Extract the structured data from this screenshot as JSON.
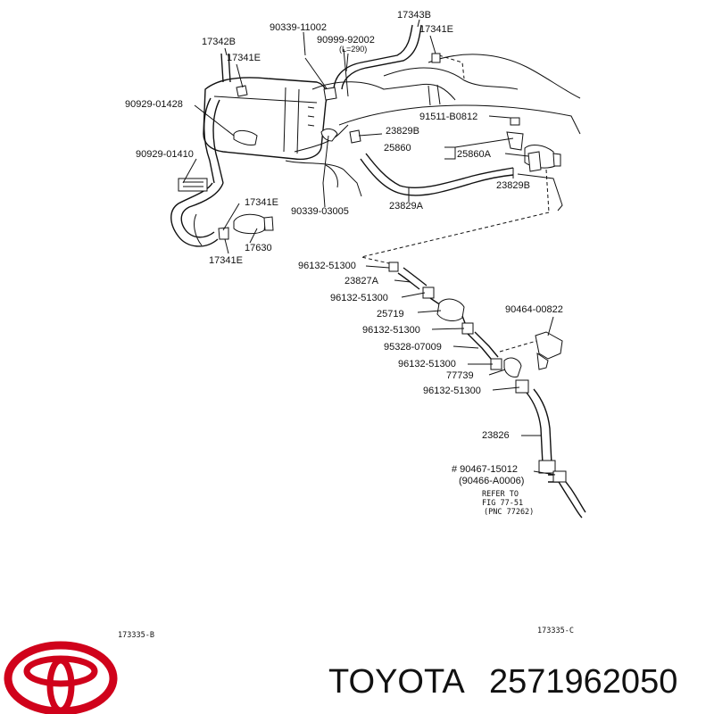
{
  "labels": {
    "p17342B": "17342B",
    "p90339_11002": "90339-11002",
    "p17343B": "17343B",
    "p90999_92002": "90999-92002",
    "pL290": "(L=290)",
    "p17341E_top": "17341E",
    "p17341E_left": "17341E",
    "p90929_01428": "90929-01428",
    "p91511_B0812": "91511-B0812",
    "p23829B_1": "23829B",
    "p25860": "25860",
    "p25860A": "25860A",
    "p90929_01410": "90929-01410",
    "p23829B_2": "23829B",
    "p17341E_mid": "17341E",
    "p90339_03005": "90339-03005",
    "p23829A": "23829A",
    "p17630": "17630",
    "p17341E_bot": "17341E",
    "p96132_51300_1": "96132-51300",
    "p23827A": "23827A",
    "p96132_51300_2": "96132-51300",
    "p25719": "25719",
    "p90464_00822": "90464-00822",
    "p96132_51300_3": "96132-51300",
    "p95328_07009": "95328-07009",
    "p96132_51300_4": "96132-51300",
    "p77739": "77739",
    "p96132_51300_5": "96132-51300",
    "p23826": "23826",
    "p90467_15012": "# 90467-15012",
    "p90466_A0006": "(90466-A0006)",
    "refer1": "REFER TO",
    "refer2": "FIG 77-51",
    "refer3": "(PNC 77262)",
    "code_b": "173335-B",
    "code_c": "173335-C"
  },
  "brand": {
    "name": "TOYOTA",
    "part_number": "2571962050",
    "logo_color": "#d0021b",
    "logo_icon": "toyota-logo-icon"
  }
}
